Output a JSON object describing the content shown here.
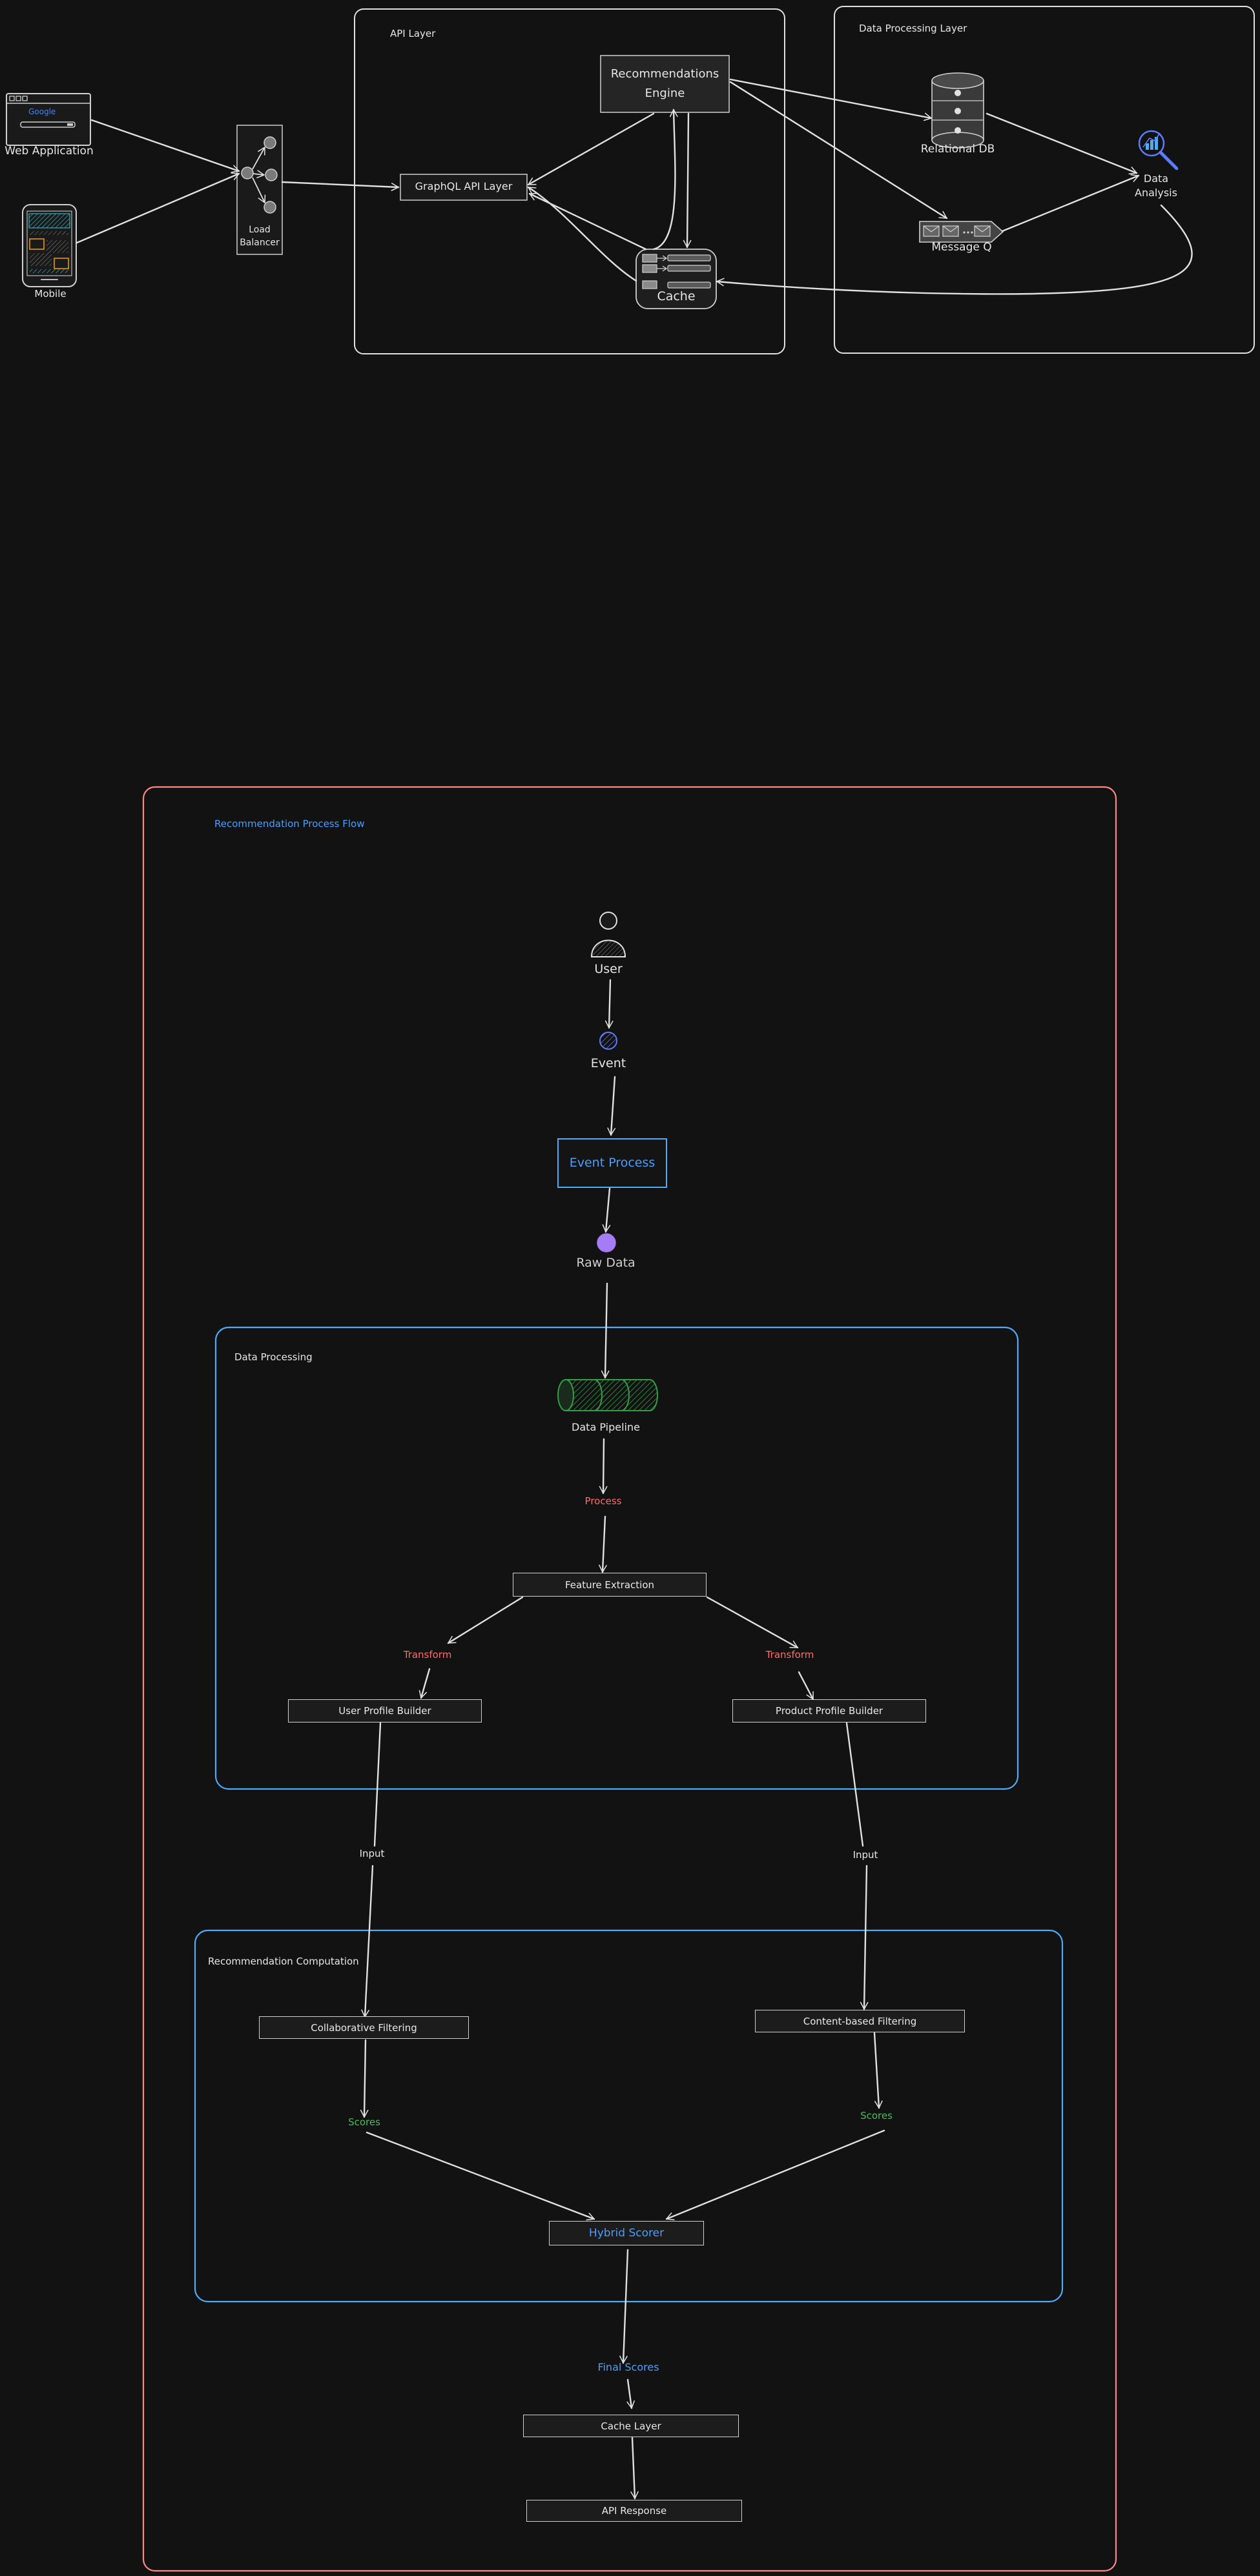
{
  "architecture": {
    "api_layer_title": "API Layer",
    "data_layer_title": "Data Processing Layer",
    "web_app_label": "Web Application",
    "mobile_label": "Mobile",
    "load_balancer_label_1": "Load",
    "load_balancer_label_2": "Balancer",
    "graphql_label": "GraphQL API Layer",
    "rec_engine_label_1": "Recommendations",
    "rec_engine_label_2": "Engine",
    "cache_label": "Cache",
    "relational_db_label": "Relational DB",
    "message_q_label": "Message Q",
    "data_analysis_label_1": "Data",
    "data_analysis_label_2": "Analysis",
    "browser_logo_text": "Google"
  },
  "flow": {
    "title": "Recommendation Process Flow",
    "user_label": "User",
    "event_label": "Event",
    "event_process_label": "Event Process",
    "raw_data_label": "Raw Data",
    "data_processing_title": "Data Processing",
    "data_pipeline_label": "Data Pipeline",
    "process_label": "Process",
    "feature_extraction_label": "Feature Extraction",
    "transform_left_label": "Transform",
    "transform_right_label": "Transform",
    "user_profile_label": "User Profile Builder",
    "product_profile_label": "Product Profile Builder",
    "input_left_label": "Input",
    "input_right_label": "Input",
    "rec_computation_title": "Recommendation Computation",
    "collab_label": "Collaborative Filtering",
    "content_label": "Content-based Filtering",
    "scores_left_label": "Scores",
    "scores_right_label": "Scores",
    "hybrid_label": "Hybrid Scorer",
    "final_scores_label": "Final Scores",
    "cache_layer_label": "Cache Layer",
    "api_response_label": "API Response"
  },
  "colors": {
    "background": "#121212",
    "stroke": "#e0e0e0",
    "blue_accent": "#4a9eff",
    "red_accent": "#ff6b6b",
    "green_accent": "#40c057",
    "event_dot": "#4c6ef5",
    "raw_data_dot": "#a47cf5",
    "pipeline_green": "#2f9e44"
  }
}
